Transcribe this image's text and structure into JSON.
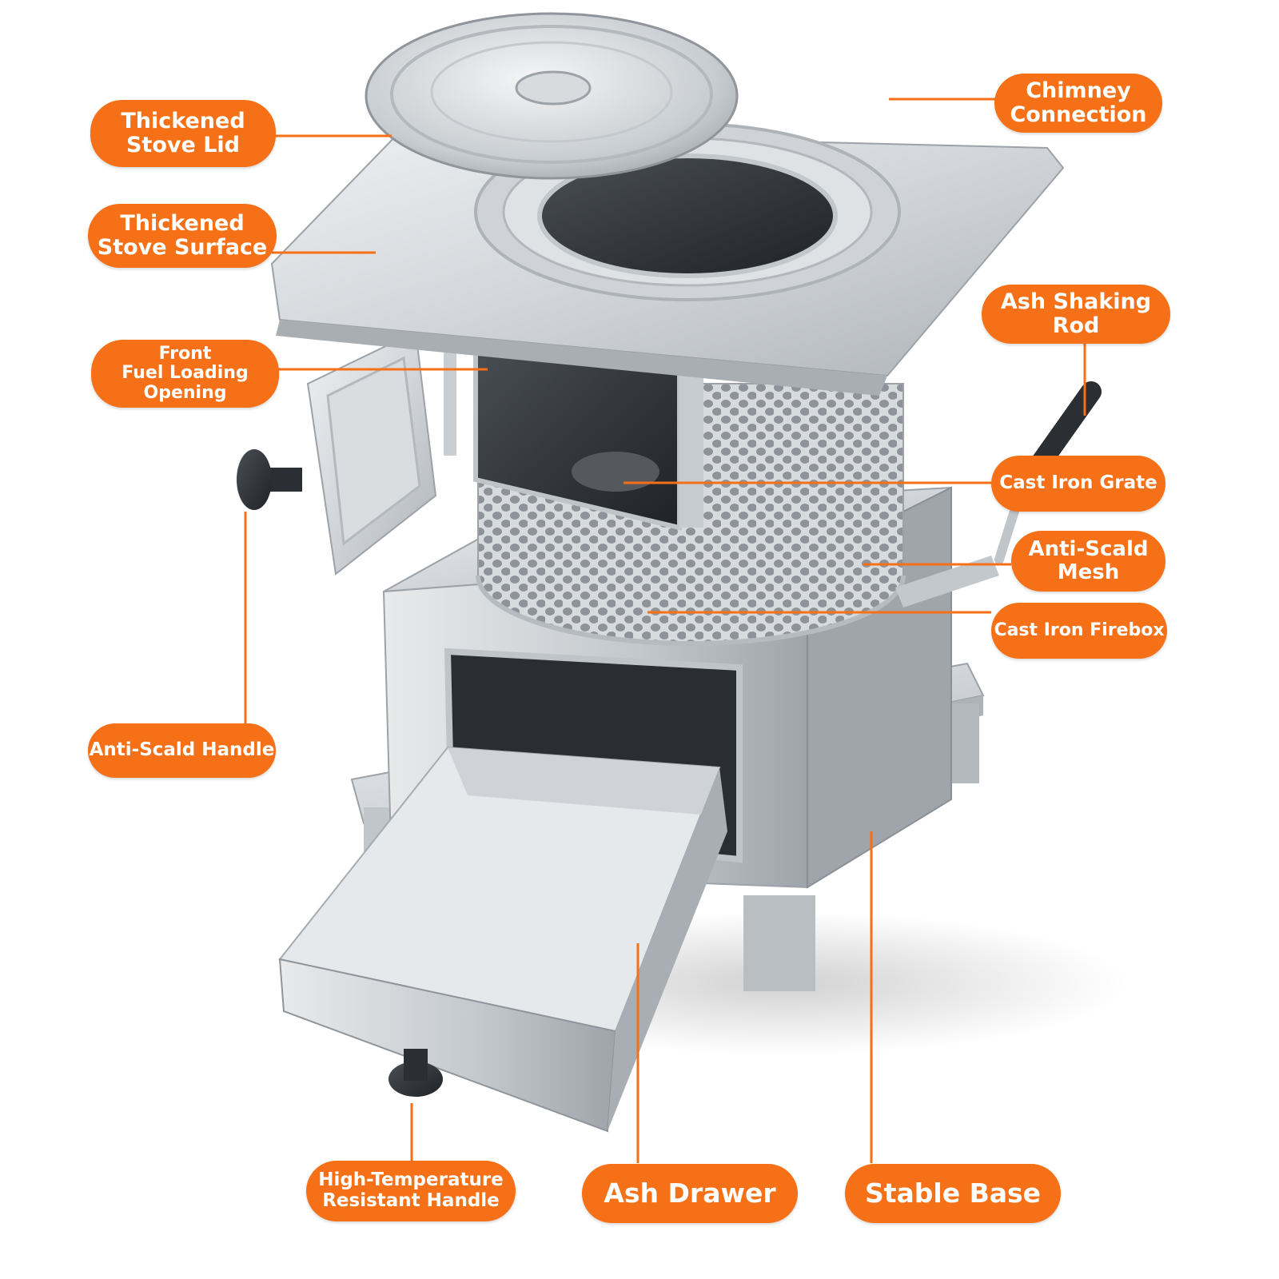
{
  "colors": {
    "accent": "#f57016",
    "metal": "#c9ced3",
    "text": "#ffffff"
  },
  "labels": {
    "stove_lid": [
      "Thickened",
      "Stove Lid"
    ],
    "stove_surface": [
      "Thickened",
      "Stove Surface"
    ],
    "fuel_opening": [
      "Front",
      "Fuel Loading",
      "Opening"
    ],
    "anti_scald_handle": [
      "Anti-Scald Handle"
    ],
    "chimney": [
      "Chimney",
      "Connection"
    ],
    "ash_rod": [
      "Ash Shaking",
      "Rod"
    ],
    "grate": [
      "Cast Iron Grate"
    ],
    "mesh": [
      "Anti-Scald",
      "Mesh"
    ],
    "firebox": [
      "Cast Iron Firebox"
    ],
    "ht_handle": [
      "High-Temperature",
      "Resistant Handle"
    ],
    "ash_drawer": [
      "Ash Drawer"
    ],
    "stable_base": [
      "Stable Base"
    ]
  }
}
